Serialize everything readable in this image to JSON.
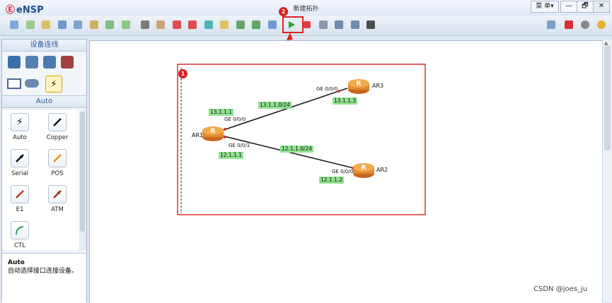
{
  "app": {
    "logo": "eNSP",
    "window_title": "新建拓扑",
    "menu_label": "菜 单▾",
    "win_min": "—",
    "win_restore": "🗗",
    "win_close": "✕"
  },
  "toolbar": {
    "icons": [
      "new-topology-icon",
      "new-example-icon",
      "open-icon",
      "save-icon",
      "save-as-icon",
      "print-icon",
      "undo-icon",
      "redo-icon",
      "select-icon",
      "pan-icon",
      "delete-icon",
      "delete-all-icon",
      "text-icon",
      "palette-icon",
      "zoom-in-icon",
      "zoom-out-icon",
      "fit-icon",
      "start-device-icon",
      "stop-device-icon",
      "capture-icon",
      "topology-icon",
      "show-interface-icon",
      "screenshot-icon"
    ],
    "right_icons": [
      "chat-icon",
      "huawei-icon",
      "settings-icon",
      "help-icon"
    ]
  },
  "left_panel": {
    "title": "设备连线",
    "devices": [
      "router-icon",
      "switch-icon",
      "wlan-icon",
      "firewall-icon",
      "pc-icon",
      "cloud-icon",
      "cable-icon"
    ],
    "section_title": "Auto",
    "cables": [
      {
        "label": "Auto",
        "color": "#222222"
      },
      {
        "label": "Copper",
        "color": "#111111"
      },
      {
        "label": "Serial",
        "color": "#111111"
      },
      {
        "label": "POS",
        "color": "#f08c22"
      },
      {
        "label": "E1",
        "color": "#c0392b"
      },
      {
        "label": "ATM",
        "color": "#9b3a1a"
      },
      {
        "label": "CTL",
        "color": "#3a9a6a"
      }
    ],
    "desc_title": "Auto",
    "desc_text": "自动选择接口连接设备。"
  },
  "topology": {
    "routers": [
      {
        "name": "AR1"
      },
      {
        "name": "AR3"
      },
      {
        "name": "AR2"
      }
    ],
    "ports": [
      "GE 0/0/0",
      "GE 0/0/0",
      "GE 0/0/1",
      "GE 0/0/0"
    ],
    "ips": [
      "13.1.1.1",
      "13.1.1.0/24",
      "13.1.1.3",
      "12.1.1.0/24",
      "12.1.1.1",
      "12.1.1.2"
    ]
  },
  "annotations": [
    "1",
    "2"
  ],
  "watermark": "CSDN @joes_ju"
}
